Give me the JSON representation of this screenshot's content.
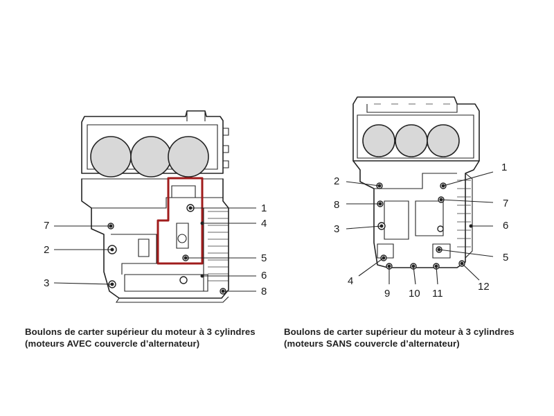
{
  "highlight_color": "#a01c1c",
  "line_color": "#222222",
  "left_diagram": {
    "labels": [
      "1",
      "4",
      "5",
      "6",
      "7",
      "2",
      "3",
      "8"
    ]
  },
  "right_diagram": {
    "labels": [
      "1",
      "2",
      "8",
      "7",
      "6",
      "3",
      "5",
      "4",
      "9",
      "10",
      "11",
      "12"
    ]
  },
  "captions": {
    "left": {
      "line1": "Boulons de carter supérieur du moteur à 3 cylindres",
      "line2": "(moteurs AVEC couvercle d’alternateur)"
    },
    "right": {
      "line1": "Boulons de carter supérieur du moteur à 3 cylindres",
      "line2": "(moteurs SANS couvercle d’alternateur)"
    }
  }
}
